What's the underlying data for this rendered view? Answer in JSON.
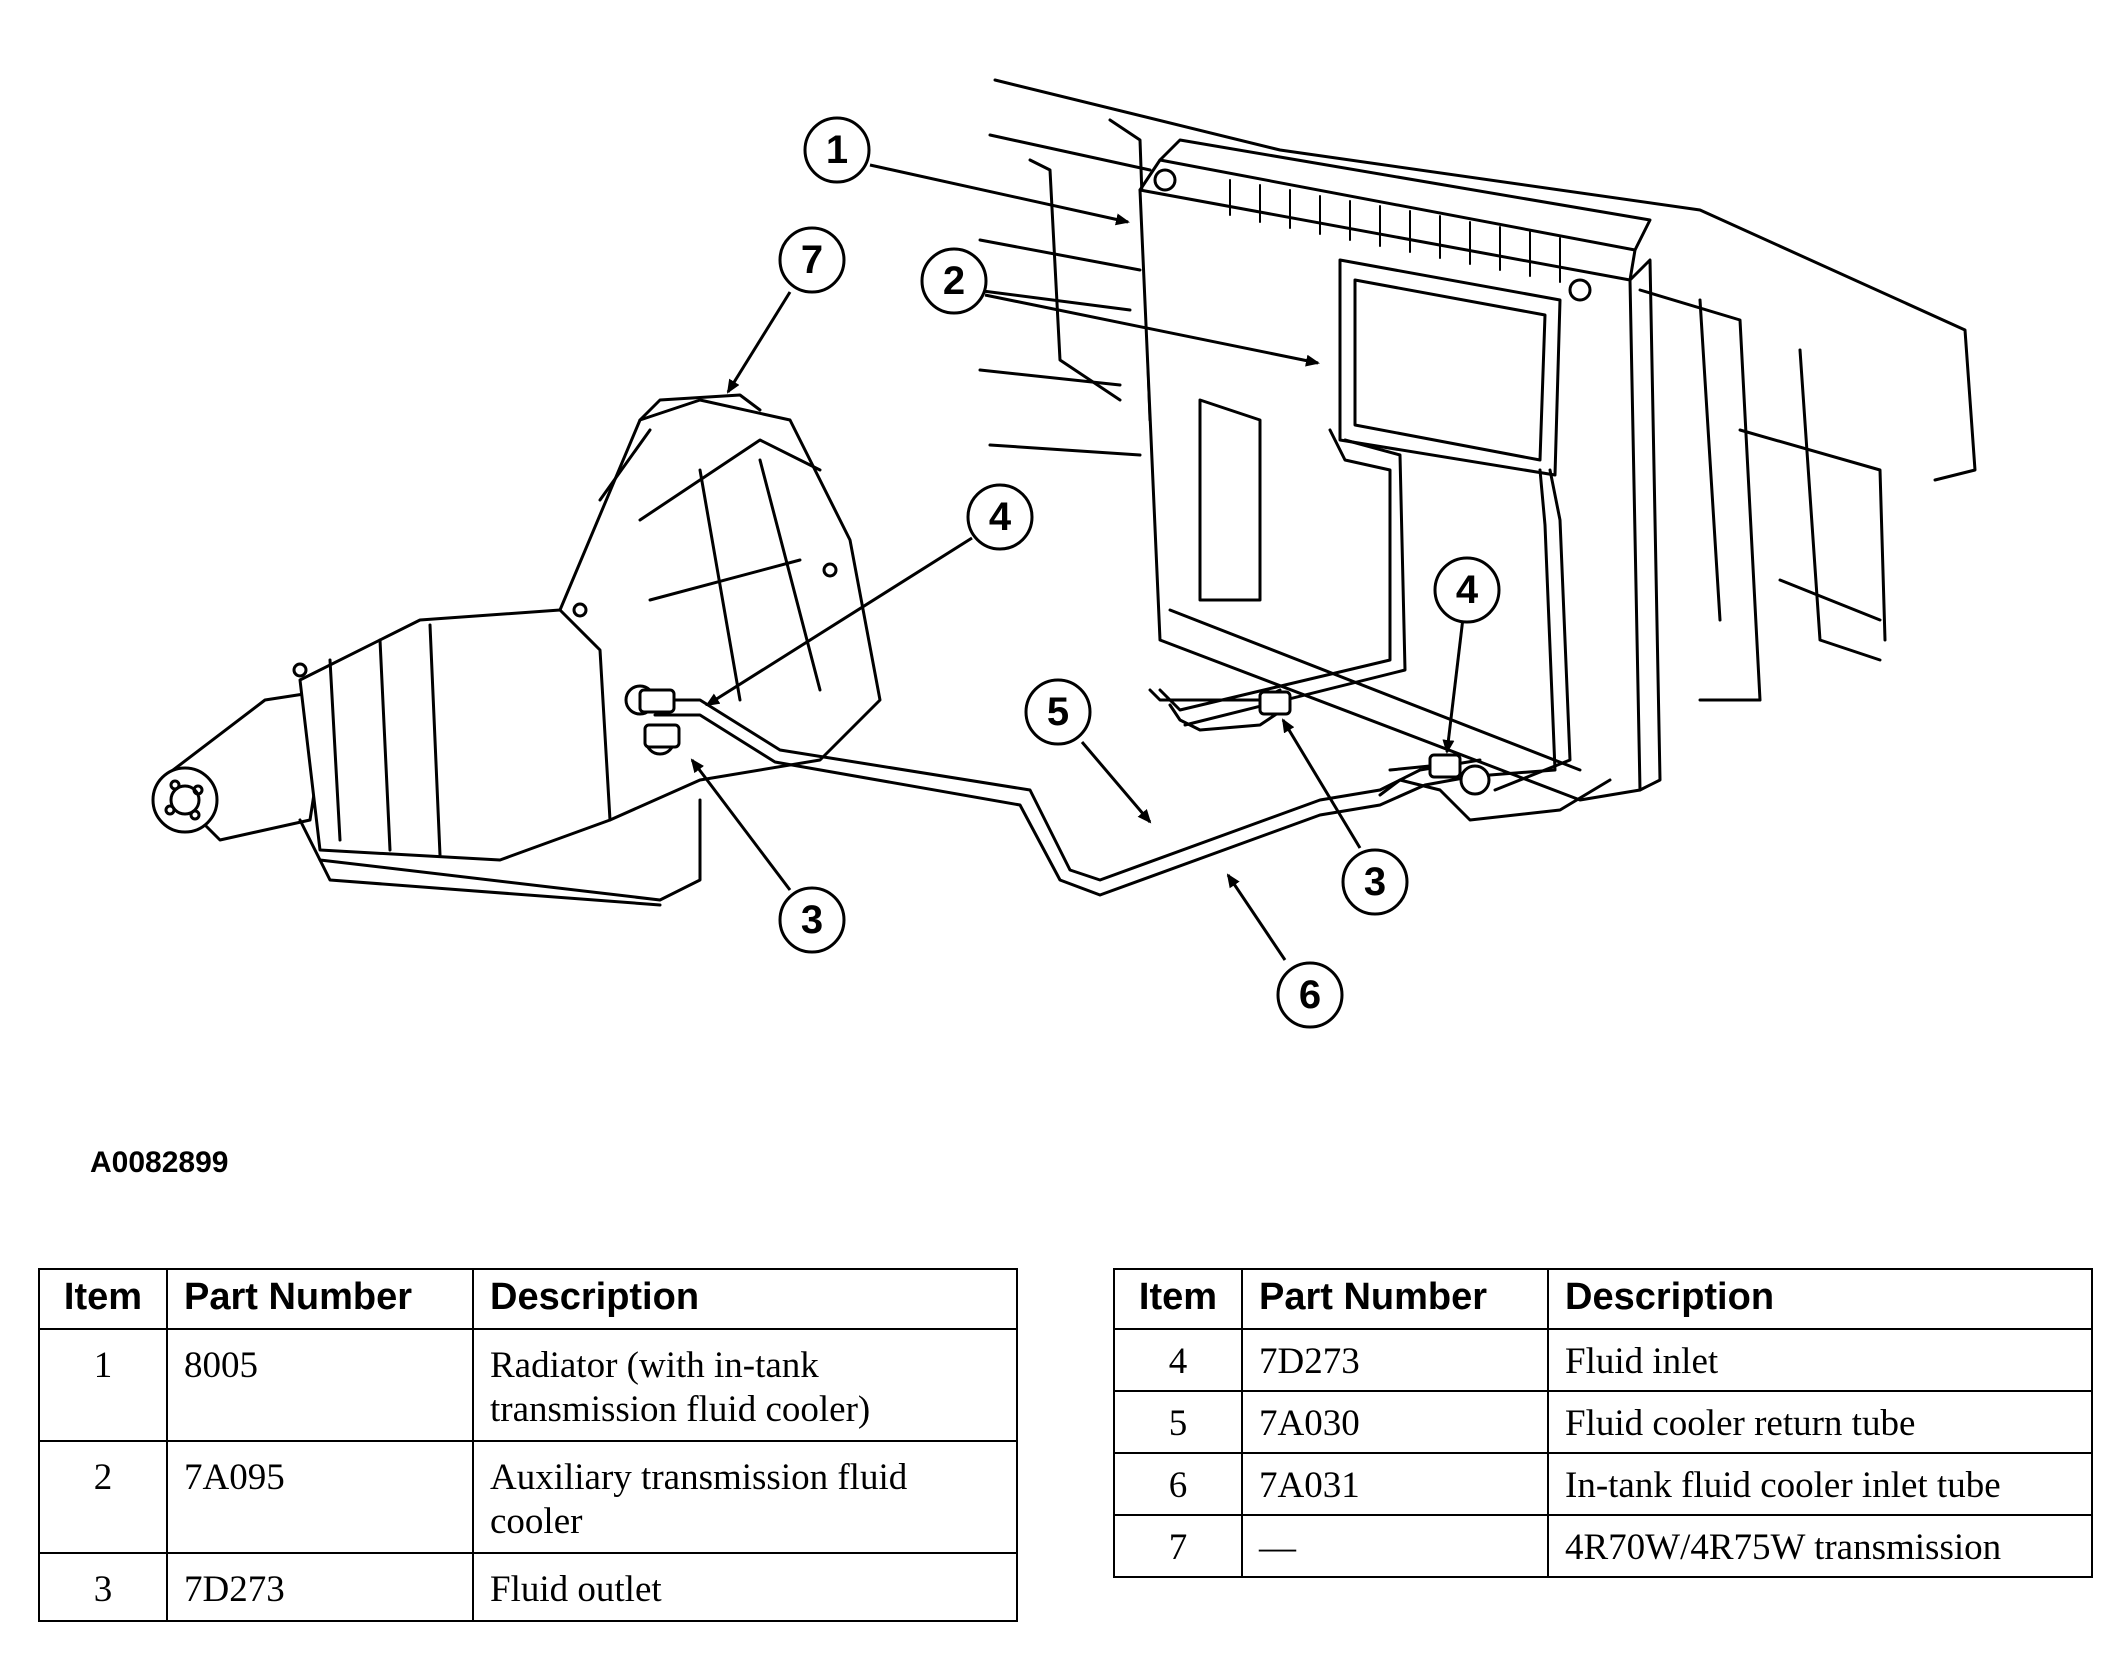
{
  "figure_id": "A0082899",
  "callouts": [
    {
      "num": "1"
    },
    {
      "num": "2"
    },
    {
      "num": "3"
    },
    {
      "num": "3"
    },
    {
      "num": "4"
    },
    {
      "num": "4"
    },
    {
      "num": "5"
    },
    {
      "num": "6"
    },
    {
      "num": "7"
    }
  ],
  "table_headers": {
    "item": "Item",
    "part_number": "Part Number",
    "description": "Description"
  },
  "table_left": [
    {
      "item": "1",
      "part": "8005",
      "desc": "Radiator (with in-tank transmission fluid cooler)"
    },
    {
      "item": "2",
      "part": "7A095",
      "desc": "Auxiliary transmission fluid cooler"
    },
    {
      "item": "3",
      "part": "7D273",
      "desc": "Fluid outlet"
    }
  ],
  "table_right": [
    {
      "item": "4",
      "part": "7D273",
      "desc": "Fluid inlet"
    },
    {
      "item": "5",
      "part": "7A030",
      "desc": "Fluid cooler return tube"
    },
    {
      "item": "6",
      "part": "7A031",
      "desc": "In-tank fluid cooler inlet tube"
    },
    {
      "item": "7",
      "part": "—",
      "desc": "4R70W/4R75W transmission"
    }
  ]
}
